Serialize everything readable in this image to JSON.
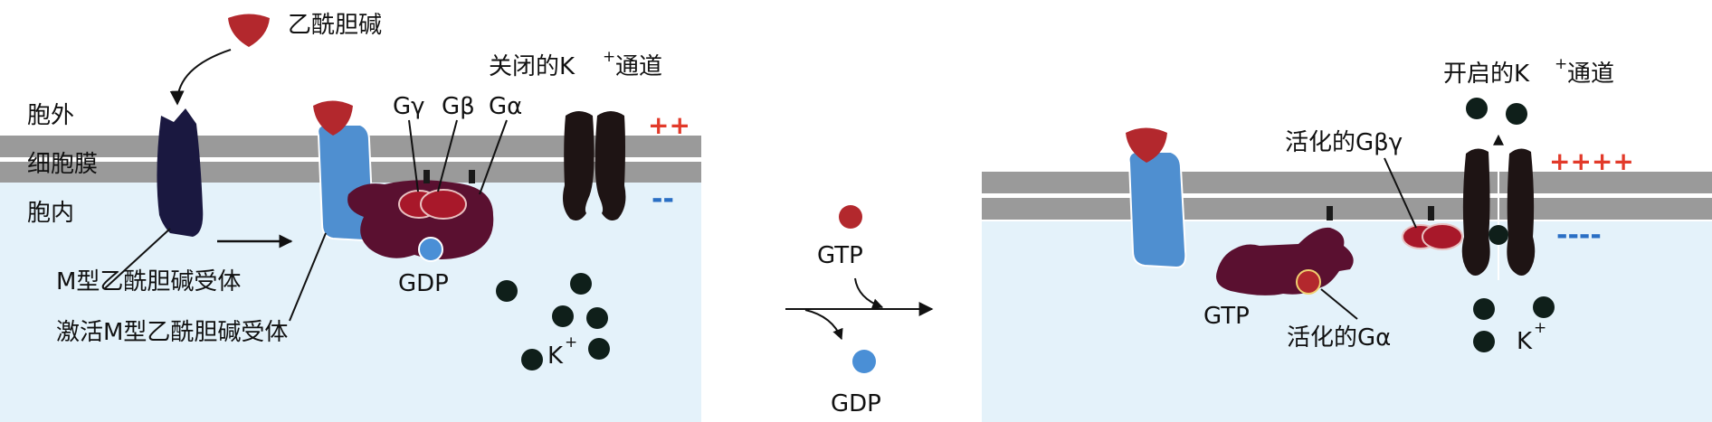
{
  "labels": {
    "acetylcholine": "乙酰胆碱",
    "outside": "胞外",
    "membrane": "细胞膜",
    "inside": "胞内",
    "m_receptor": "M型乙酰胆碱受体",
    "activated_m_receptor": "激活M型乙酰胆碱受体",
    "g_gamma": "Gγ",
    "g_beta": "Gβ",
    "g_alpha": "Gα",
    "gdp_left": "GDP",
    "closed_channel": "关闭的K",
    "closed_channel_suffix": "通道",
    "plus_sign": "+",
    "k_ion_left": "K",
    "gtp_center": "GTP",
    "gdp_center": "GDP",
    "open_channel": "开启的K",
    "open_channel_suffix": "通道",
    "activated_gbg": "活化的Gβγ",
    "gtp_right": "GTP",
    "activated_ga": "活化的Gα",
    "k_ion_right": "K"
  },
  "charges": {
    "left_outside": "++",
    "left_inside": "--",
    "right_outside": "++++",
    "right_inside": "----"
  },
  "colors": {
    "acetylcholine": "#b3282d",
    "gdp": "#4a8fd6",
    "gtp": "#b3282d",
    "m_receptor": "#1a1840",
    "activated_receptor": "#4f8fd0",
    "g_protein": "#5a1030",
    "k_channel": "#1e1414",
    "k_ion": "#0f1f1a",
    "membrane": "#9a9a9a",
    "cytoplasm": "#e4f2fa"
  }
}
